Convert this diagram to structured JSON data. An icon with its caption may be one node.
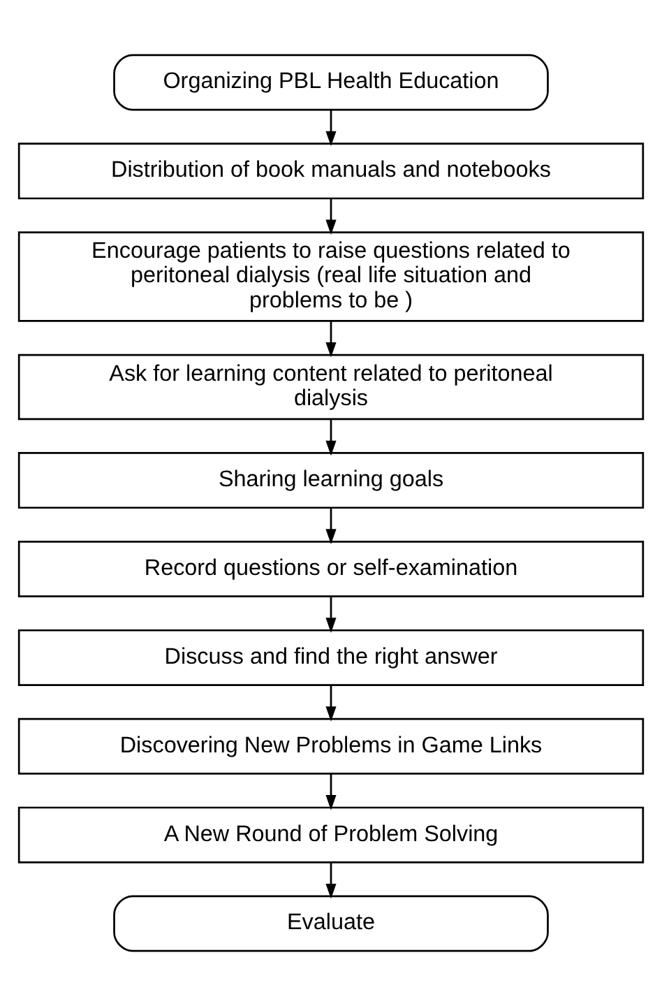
{
  "diagram": {
    "nodes": [
      {
        "text": [
          "Organizing PBL Health Education"
        ]
      },
      {
        "text": [
          "Distribution of book manuals and notebooks"
        ]
      },
      {
        "text": [
          "Encourage patients to raise questions related to peritoneal dialysis (real life situation and problems to be )"
        ]
      },
      {
        "text": [
          "Ask for learning content related to peritoneal dialysis"
        ]
      },
      {
        "text": [
          "Sharing learning goals"
        ]
      },
      {
        "text": [
          "Record questions or self-examination"
        ]
      },
      {
        "text": [
          "Discuss and find the right answer"
        ]
      },
      {
        "text": [
          "Discovering New Problems in Game Links"
        ]
      },
      {
        "text": [
          "A New Round of Problem Solving"
        ]
      },
      {
        "text": [
          "Evaluate"
        ]
      }
    ],
    "edges": [
      {
        "from": 0,
        "to": 1,
        "arrow": "to"
      },
      {
        "from": 1,
        "to": 2,
        "arrow": "to"
      },
      {
        "from": 2,
        "to": 3,
        "arrow": "to"
      },
      {
        "from": 3,
        "to": 4,
        "arrow": "to"
      },
      {
        "from": 4,
        "to": 5,
        "arrow": "to"
      },
      {
        "from": 5,
        "to": 6,
        "arrow": "to"
      },
      {
        "from": 6,
        "to": 7,
        "arrow": "to"
      },
      {
        "from": 7,
        "to": 8,
        "arrow": "to"
      },
      {
        "from": 8,
        "to": 9,
        "arrow": "to"
      }
    ]
  }
}
